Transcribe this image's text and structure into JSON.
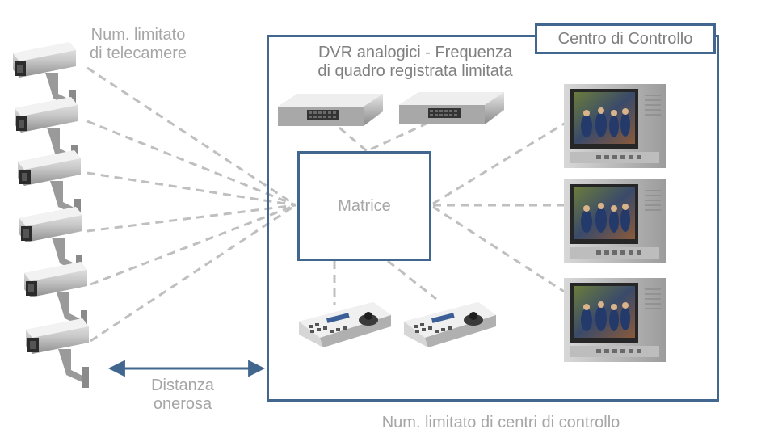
{
  "labels": {
    "cameras": "Num. limitato di telecamere",
    "cameras_line1": "Num. limitato",
    "cameras_line2": "di telecamere",
    "dvr_line1": "DVR analogici - Frequenza",
    "dvr_line2": "di quadro registrata limitata",
    "control_center": "Centro di Controllo",
    "matrix": "Matrice",
    "distance_line1": "Distanza",
    "distance_line2": "onerosa",
    "footer": "Num. limitato di centri di controllo"
  },
  "colors": {
    "box_border": "#41678f",
    "arrow": "#41678f",
    "dashed_line": "#bfbfbf",
    "label_text": "#a6a6a6"
  },
  "icons": {
    "camera": "cctv-camera-icon",
    "dvr": "dvr-recorder-icon",
    "keyboard": "ptz-joystick-keyboard-icon",
    "monitor": "crt-monitor-icon"
  }
}
